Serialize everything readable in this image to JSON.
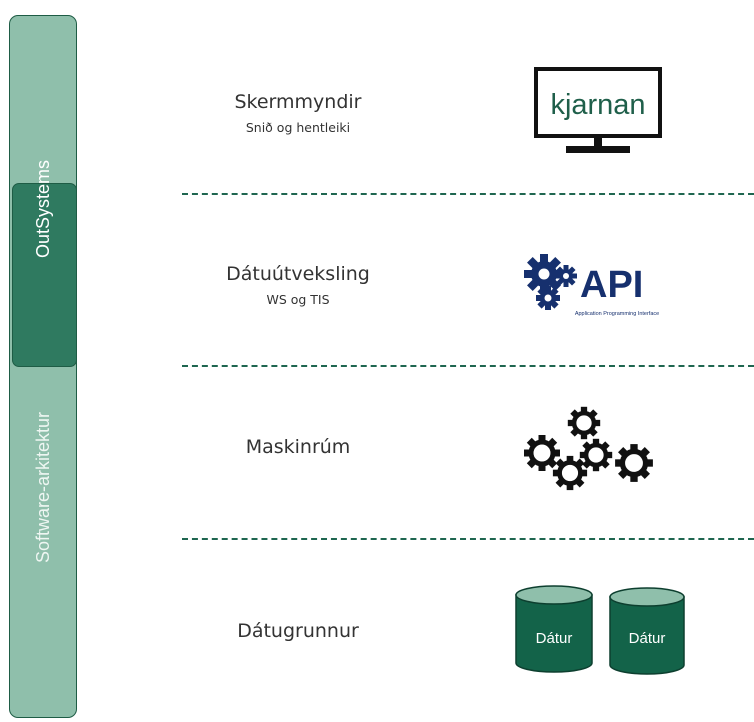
{
  "sidebar": {
    "outer_label": "Software-arkitektur",
    "inner_label": "OutSystems"
  },
  "layers": [
    {
      "title": "Skermmyndir",
      "subtitle": "Snið og hentleiki",
      "icon": "monitor-icon",
      "icon_text": "kjarnan"
    },
    {
      "title": "Dátuútveksling",
      "subtitle": "WS og TIS",
      "icon": "api-gears-icon",
      "icon_text": "API",
      "icon_subtext": "Application Programming Interface"
    },
    {
      "title": "Maskinrúm",
      "icon": "gears-icon"
    },
    {
      "title": "Dátugrunnur",
      "icon": "database-icon",
      "db_labels": [
        "Dátur",
        "Dátur"
      ]
    }
  ],
  "colors": {
    "bar_light": "#8fbfab",
    "bar_dark": "#2f7a60",
    "db_green": "#136349",
    "api_navy": "#16306e",
    "divider": "#1f6650"
  }
}
